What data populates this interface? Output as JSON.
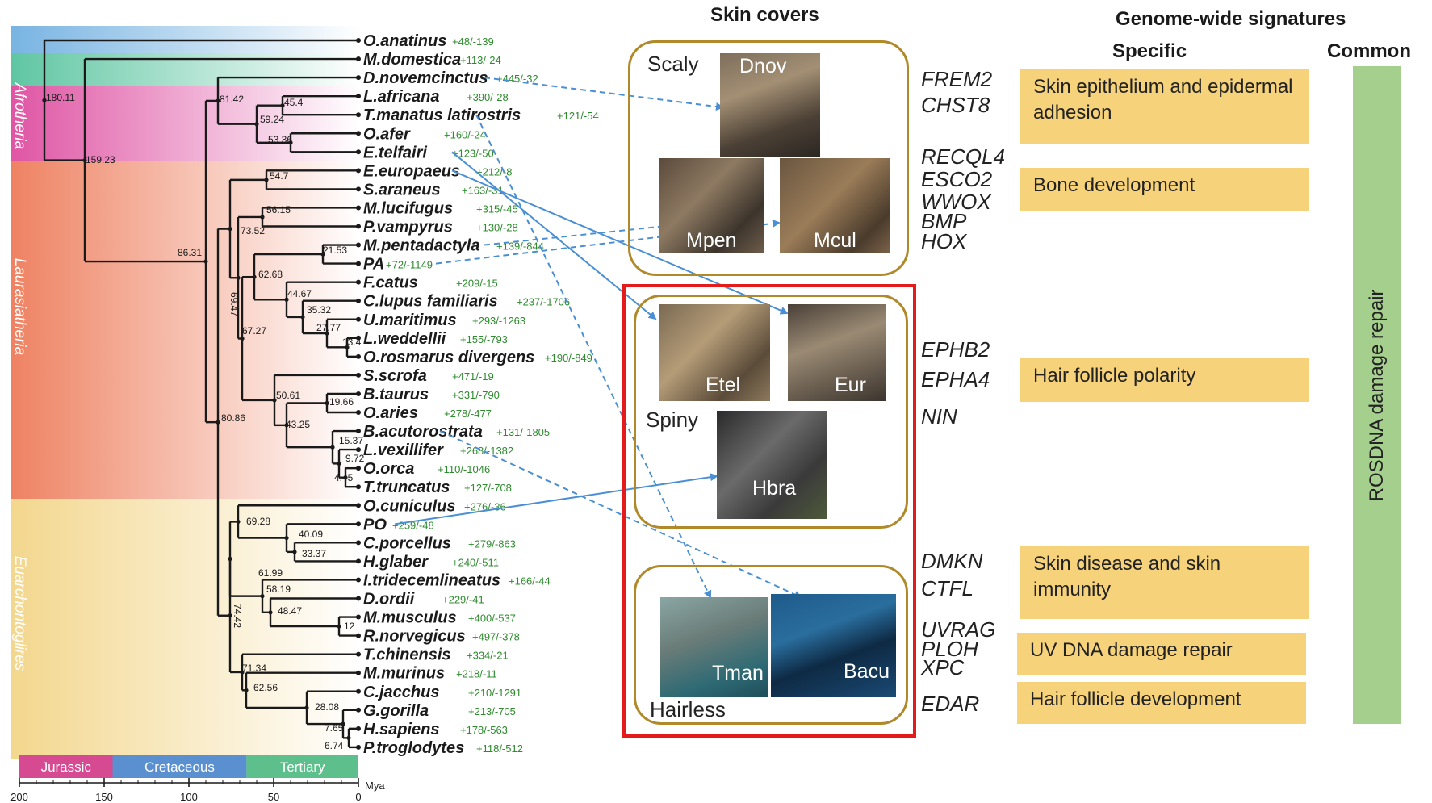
{
  "tree": {
    "taxa": [
      {
        "name": "O.anatinus",
        "counts": "+48/-139"
      },
      {
        "name": "M.domestica",
        "counts": "+113/-24"
      },
      {
        "name": "D.novemcinctus",
        "counts": "+445/-32"
      },
      {
        "name": "L.africana",
        "counts": "+390/-28"
      },
      {
        "name": "T.manatus latirostris",
        "counts": "+121/-54"
      },
      {
        "name": "O.afer",
        "counts": "+160/-24"
      },
      {
        "name": "E.telfairi",
        "counts": "+123/-50"
      },
      {
        "name": "E.europaeus",
        "counts": "+212/-8"
      },
      {
        "name": "S.araneus",
        "counts": "+163/-31"
      },
      {
        "name": "M.lucifugus",
        "counts": "+315/-45"
      },
      {
        "name": "P.vampyrus",
        "counts": "+130/-28"
      },
      {
        "name": "M.pentadactyla",
        "counts": "+139/-844"
      },
      {
        "name": "PA",
        "counts": "+72/-1149"
      },
      {
        "name": "F.catus",
        "counts": "+209/-15"
      },
      {
        "name": "C.lupus familiaris",
        "counts": "+237/-1706"
      },
      {
        "name": "U.maritimus",
        "counts": "+293/-1263"
      },
      {
        "name": "L.weddellii",
        "counts": "+155/-793"
      },
      {
        "name": "O.rosmarus divergens",
        "counts": "+190/-849"
      },
      {
        "name": "S.scrofa",
        "counts": "+471/-19"
      },
      {
        "name": "B.taurus",
        "counts": "+331/-790"
      },
      {
        "name": "O.aries",
        "counts": "+278/-477"
      },
      {
        "name": "B.acutorostrata",
        "counts": "+131/-1805"
      },
      {
        "name": "L.vexillifer",
        "counts": "+268/-1382"
      },
      {
        "name": "O.orca",
        "counts": "+110/-1046"
      },
      {
        "name": "T.truncatus",
        "counts": "+127/-708"
      },
      {
        "name": "O.cuniculus",
        "counts": "+276/-36"
      },
      {
        "name": "PO",
        "counts": "+259/-48"
      },
      {
        "name": "C.porcellus",
        "counts": "+279/-863"
      },
      {
        "name": "H.glaber",
        "counts": "+240/-511"
      },
      {
        "name": "I.tridecemlineatus",
        "counts": "+166/-44"
      },
      {
        "name": "D.ordii",
        "counts": "+229/-41"
      },
      {
        "name": "M.musculus",
        "counts": "+400/-537"
      },
      {
        "name": "R.norvegicus",
        "counts": "+497/-378"
      },
      {
        "name": "T.chinensis",
        "counts": "+334/-21"
      },
      {
        "name": "M.murinus",
        "counts": "+218/-11"
      },
      {
        "name": "C.jacchus",
        "counts": "+210/-1291"
      },
      {
        "name": "G.gorilla",
        "counts": "+213/-705"
      },
      {
        "name": "H.sapiens",
        "counts": "+178/-563"
      },
      {
        "name": "P.troglodytes",
        "counts": "+118/-512"
      }
    ],
    "node_ages": [
      "180.11",
      "159.23",
      "81.42",
      "45.4",
      "59.24",
      "53.36",
      "86.31",
      "54.7",
      "56.15",
      "73.52",
      "21.53",
      "62.68",
      "69.47",
      "44.67",
      "35.32",
      "27.77",
      "13.4",
      "67.27",
      "50.61",
      "19.66",
      "43.25",
      "15.37",
      "9.72",
      "4.45",
      "80.86",
      "69.28",
      "40.09",
      "33.37",
      "61.99",
      "58.19",
      "48.47",
      "12",
      "74.42",
      "71.34",
      "62.56",
      "28.08",
      "7.65",
      "6.74"
    ],
    "clades": [
      "Afrotheria",
      "Laurasiatheria",
      "Euarchontoglires"
    ],
    "periods": [
      "Jurassic",
      "Cretaceous",
      "Tertiary"
    ],
    "axis": {
      "ticks": [
        "200",
        "150",
        "100",
        "50",
        "0"
      ],
      "unit": "Mya"
    },
    "colors": {
      "branch": "#1a1a1a",
      "counts": "#2e8b2e",
      "arrow": "#4a8fd4"
    }
  },
  "skin_covers": {
    "title": "Skin covers",
    "groups": {
      "scaly": "Scaly",
      "spiny": "Spiny",
      "hairless": "Hairless"
    },
    "photos": {
      "dnov": "Dnov",
      "mpen": "Mpen",
      "mcul": "Mcul",
      "etel": "Etel",
      "eur": "Eur",
      "hbra": "Hbra",
      "tman": "Tman",
      "bacu": "Bacu"
    }
  },
  "genes": [
    "FREM2",
    "CHST8",
    "RECQL4",
    "ESCO2",
    "WWOX",
    "BMP",
    "HOX",
    "EPHB2",
    "EPHA4",
    "NIN",
    "DMKN",
    "CTFL",
    "UVRAG",
    "PLOH",
    "XPC",
    "EDAR"
  ],
  "signatures": {
    "title": "Genome-wide signatures",
    "specific_header": "Specific",
    "common_header": "Common",
    "specific": [
      "Skin epithelium and epidermal adhesion",
      "Bone development",
      "Hair follicle polarity",
      "Skin disease and skin immunity",
      "UV DNA damage repair",
      "Hair follicle development"
    ],
    "common": "ROSDNA damage repair"
  }
}
